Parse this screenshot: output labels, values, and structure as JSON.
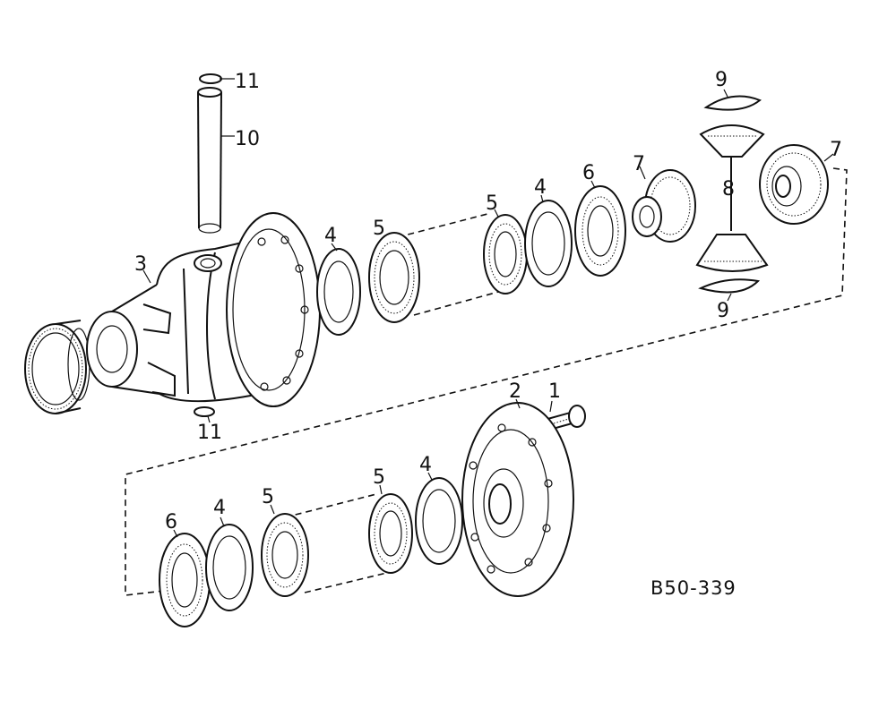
{
  "diagram": {
    "drawing_code": "B50-339",
    "labels": {
      "bolt": "1",
      "cover": "2",
      "case": "3",
      "plate": "4",
      "disc": "5",
      "outer_plate": "6",
      "side_gear": "7",
      "pinion": "8",
      "thrust_washer": "9",
      "shaft": "10",
      "ring": "11"
    }
  }
}
